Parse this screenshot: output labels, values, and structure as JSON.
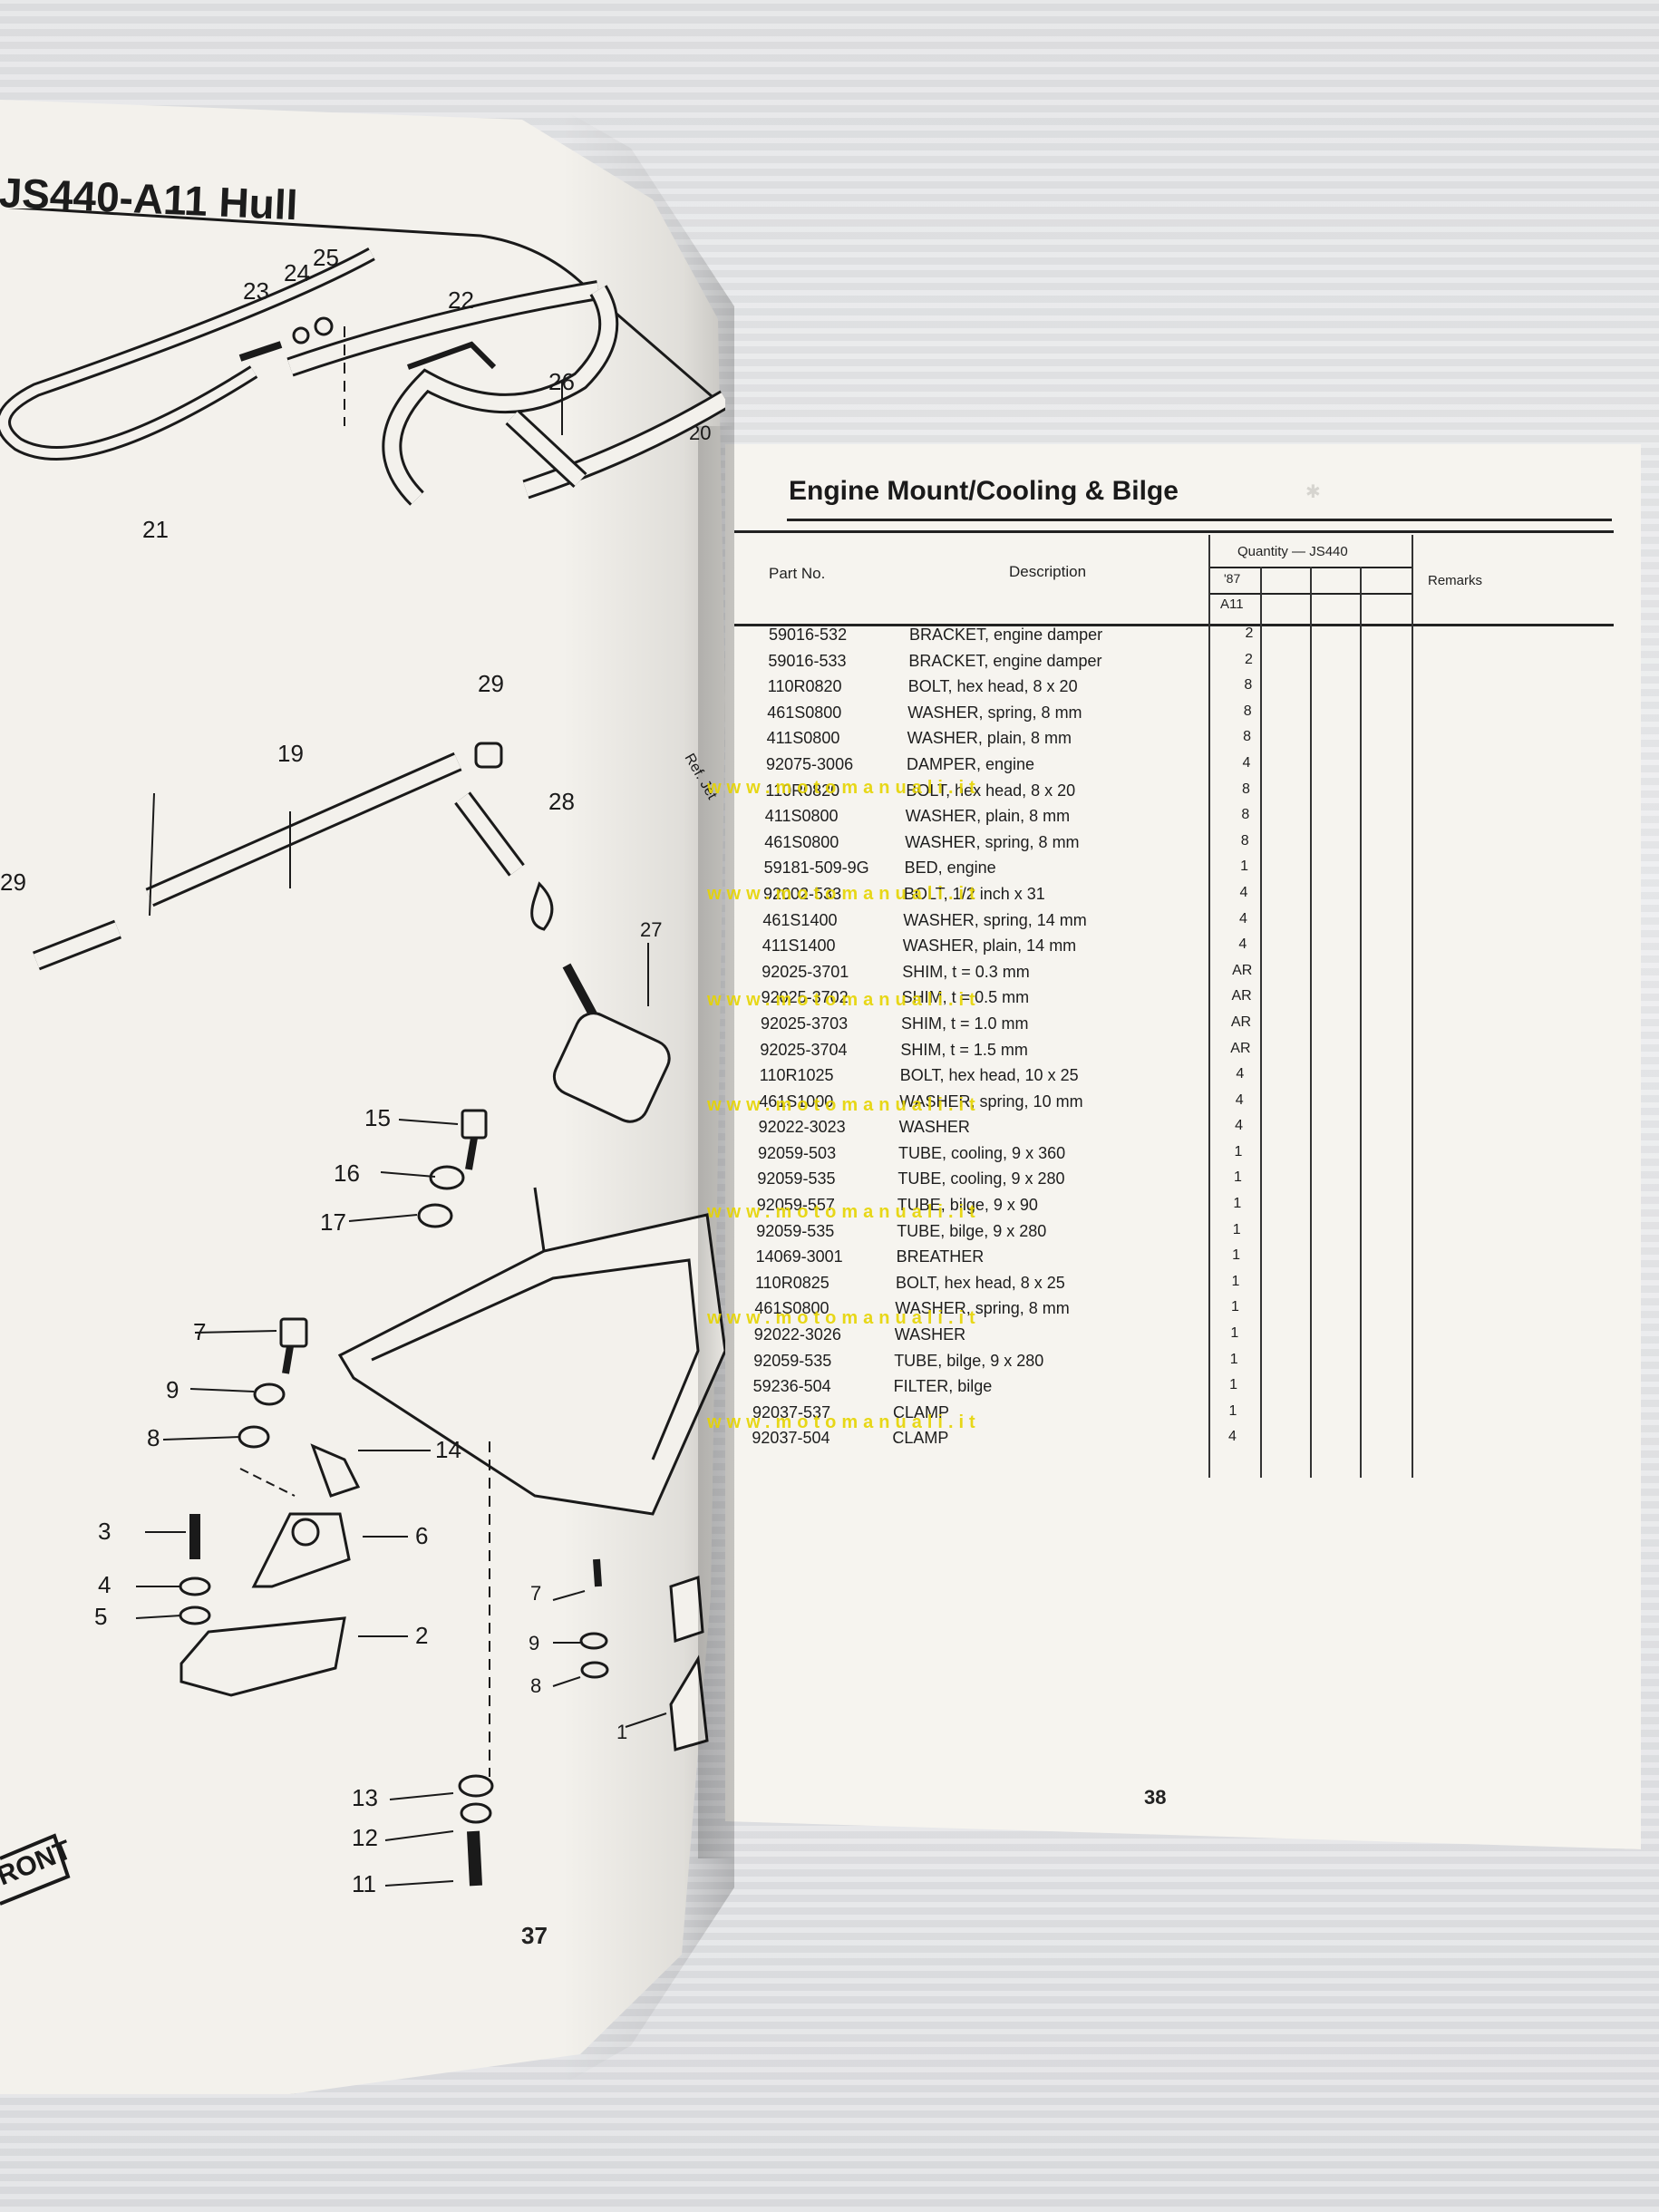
{
  "left_page": {
    "title": "JS440-A11 Hull",
    "page_number": "37",
    "callouts": [
      "23",
      "24",
      "25",
      "22",
      "26",
      "20",
      "21",
      "29",
      "19",
      "28",
      "29",
      "27",
      "15",
      "16",
      "17",
      "7",
      "9",
      "8",
      "14",
      "3",
      "6",
      "4",
      "5",
      "2",
      "7",
      "9",
      "8",
      "1",
      "13",
      "12",
      "11"
    ],
    "labels": {
      "front": "RONT",
      "ref": "Ref. Jet"
    }
  },
  "right_page": {
    "title": "Engine Mount/Cooling & Bilge",
    "page_number": "38",
    "header": {
      "part_no": "Part No.",
      "description": "Description",
      "quantity": "Quantity — JS440",
      "year": "'87",
      "model": "A11",
      "remarks": "Remarks"
    },
    "rows": [
      {
        "part": "59016-532",
        "desc": "BRACKET, engine damper",
        "qty": "2"
      },
      {
        "part": "59016-533",
        "desc": "BRACKET, engine damper",
        "qty": "2"
      },
      {
        "part": "110R0820",
        "desc": "BOLT, hex head, 8 x 20",
        "qty": "8"
      },
      {
        "part": "461S0800",
        "desc": "WASHER, spring, 8 mm",
        "qty": "8"
      },
      {
        "part": "411S0800",
        "desc": "WASHER, plain, 8 mm",
        "qty": "8"
      },
      {
        "part": "92075-3006",
        "desc": "DAMPER, engine",
        "qty": "4"
      },
      {
        "part": "110R0820",
        "desc": "BOLT, hex head, 8 x 20",
        "qty": "8"
      },
      {
        "part": "411S0800",
        "desc": "WASHER, plain, 8 mm",
        "qty": "8"
      },
      {
        "part": "461S0800",
        "desc": "WASHER, spring, 8 mm",
        "qty": "8"
      },
      {
        "part": "59181-509-9G",
        "desc": "BED, engine",
        "qty": "1"
      },
      {
        "part": "92002-533",
        "desc": "BOLT, 1/2 inch x 31",
        "qty": "4"
      },
      {
        "part": "461S1400",
        "desc": "WASHER, spring, 14 mm",
        "qty": "4"
      },
      {
        "part": "411S1400",
        "desc": "WASHER, plain, 14 mm",
        "qty": "4"
      },
      {
        "part": "92025-3701",
        "desc": "SHIM, t = 0.3 mm",
        "qty": "AR"
      },
      {
        "part": "92025-3702",
        "desc": "SHIM, t = 0.5 mm",
        "qty": "AR"
      },
      {
        "part": "92025-3703",
        "desc": "SHIM, t = 1.0 mm",
        "qty": "AR"
      },
      {
        "part": "92025-3704",
        "desc": "SHIM, t = 1.5 mm",
        "qty": "AR"
      },
      {
        "part": "110R1025",
        "desc": "BOLT, hex head, 10 x 25",
        "qty": "4"
      },
      {
        "part": "461S1000",
        "desc": "WASHER, spring, 10 mm",
        "qty": "4"
      },
      {
        "part": "92022-3023",
        "desc": "WASHER",
        "qty": "4"
      },
      {
        "part": "92059-503",
        "desc": "TUBE, cooling, 9 x 360",
        "qty": "1"
      },
      {
        "part": "92059-535",
        "desc": "TUBE, cooling, 9 x 280",
        "qty": "1"
      },
      {
        "part": "92059-557",
        "desc": "TUBE, bilge, 9 x 90",
        "qty": "1"
      },
      {
        "part": "92059-535",
        "desc": "TUBE, bilge, 9 x 280",
        "qty": "1"
      },
      {
        "part": "14069-3001",
        "desc": "BREATHER",
        "qty": "1"
      },
      {
        "part": "110R0825",
        "desc": "BOLT, hex head, 8 x 25",
        "qty": "1"
      },
      {
        "part": "461S0800",
        "desc": "WASHER, spring, 8 mm",
        "qty": "1"
      },
      {
        "part": "92022-3026",
        "desc": "WASHER",
        "qty": "1"
      },
      {
        "part": "92059-535",
        "desc": "TUBE, bilge, 9 x 280",
        "qty": "1"
      },
      {
        "part": "59236-504",
        "desc": "FILTER, bilge",
        "qty": "1"
      },
      {
        "part": "92037-537",
        "desc": "CLAMP",
        "qty": "1"
      },
      {
        "part": "92037-504",
        "desc": "CLAMP",
        "qty": "4"
      }
    ]
  },
  "watermark": "www.motomanuali.it"
}
